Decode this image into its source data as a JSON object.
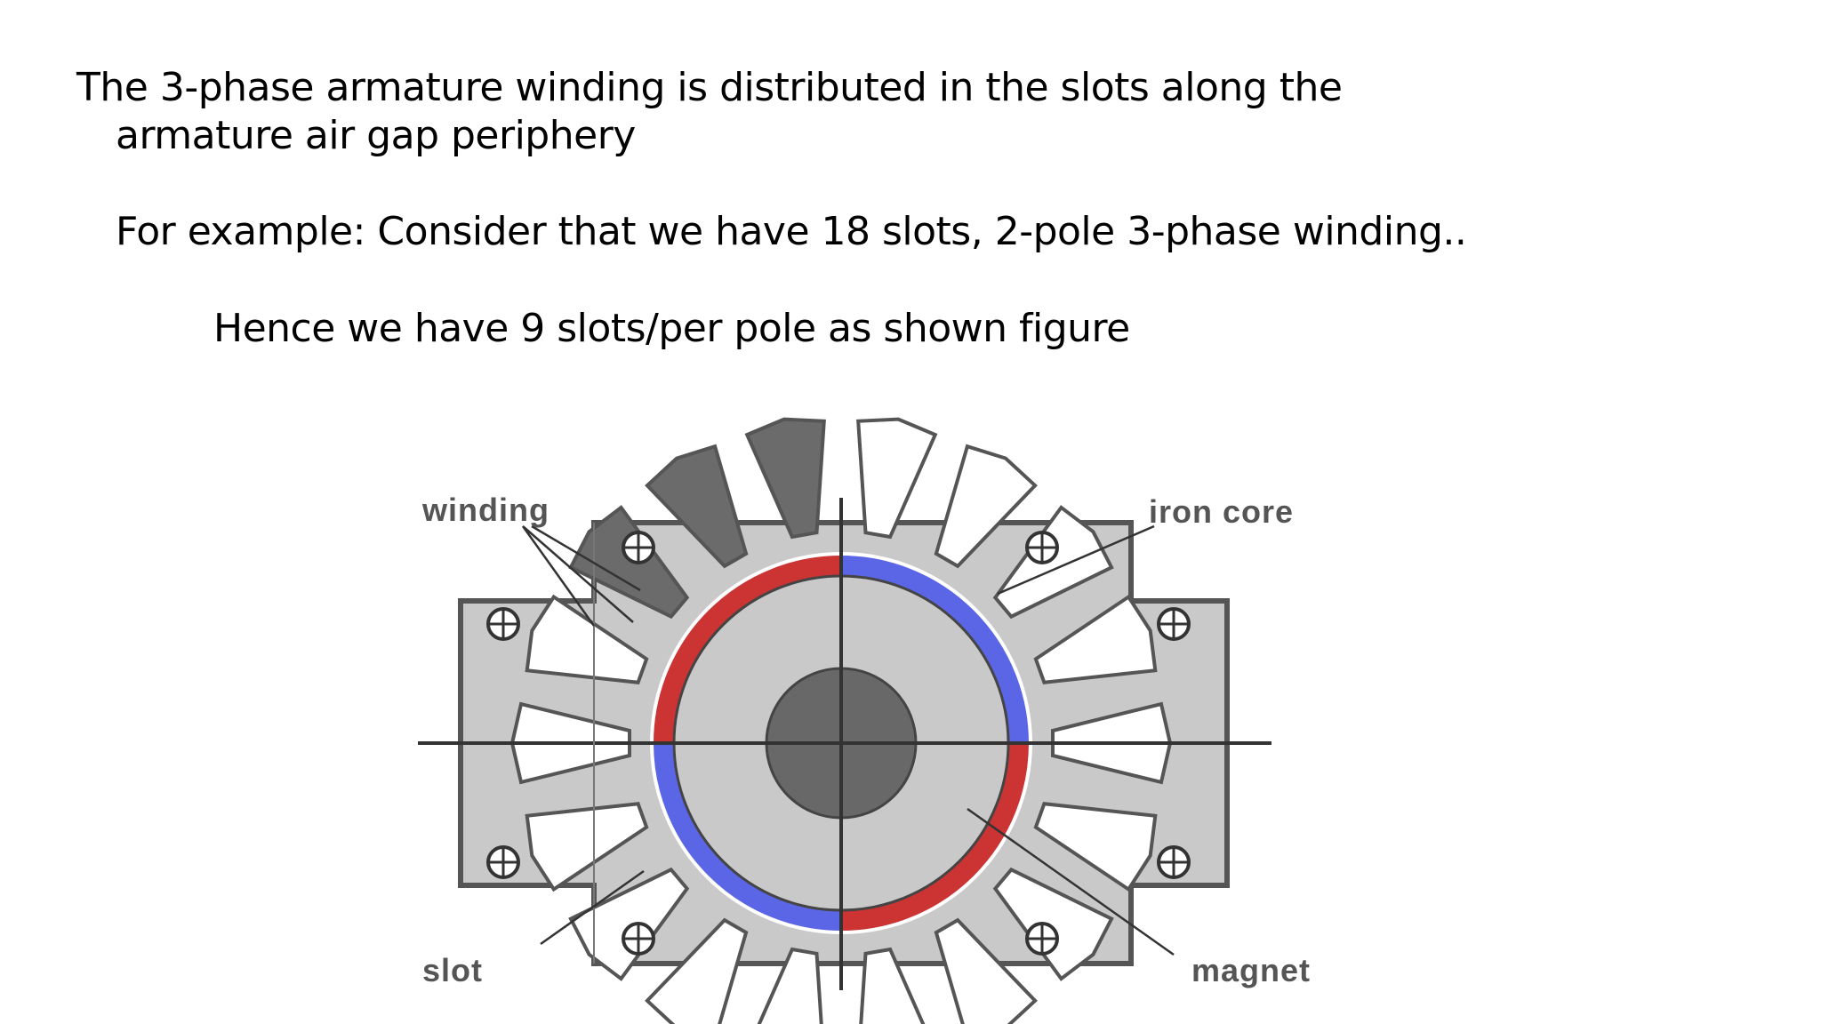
{
  "slide": {
    "line1": "The 3-phase armature winding is distributed in the slots along the",
    "line2": "armature air gap periphery",
    "line3": "For example: Consider that we have 18 slots, 2-pole 3-phase winding..",
    "line4": "Hence we have 9 slots/per pole as shown figure"
  },
  "diagram": {
    "labels": {
      "winding": "winding",
      "iron_core": "iron core",
      "slot": "slot",
      "magnet": "magnet"
    },
    "colors": {
      "iron": "#c9c9c9",
      "outline": "#555555",
      "winding": "#6b6b6b",
      "shaft": "#686868",
      "magnet_red": "#cc3333",
      "magnet_blue": "#5b66e6"
    }
  }
}
